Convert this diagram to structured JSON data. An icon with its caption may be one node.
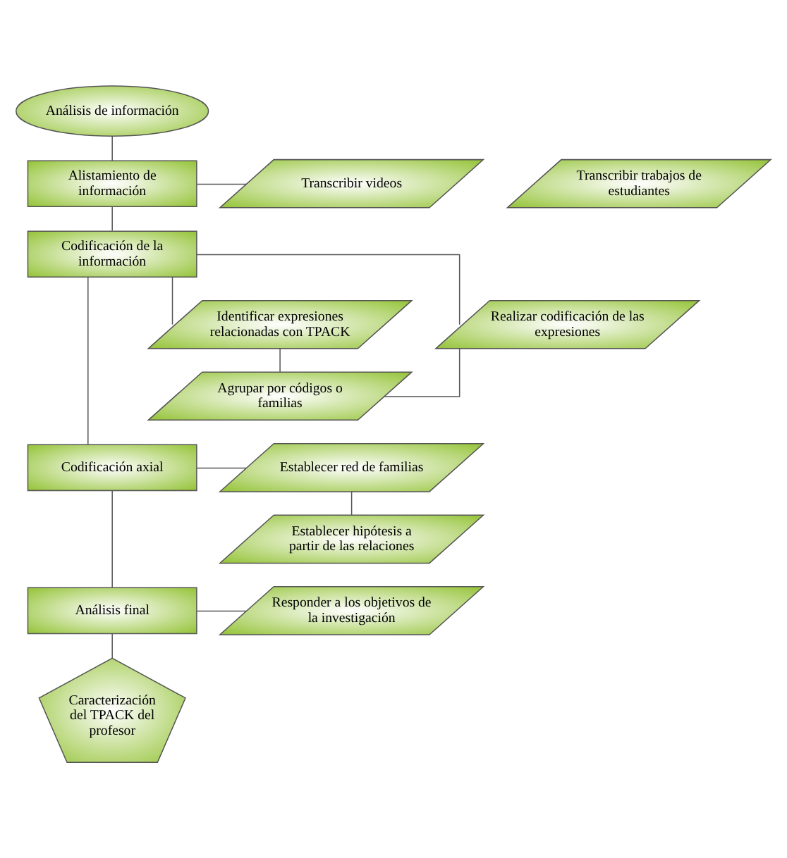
{
  "diagram": {
    "nodes": [
      {
        "text": [
          "Análisis de información"
        ]
      },
      {
        "text": [
          "Alistamiento de información"
        ]
      },
      {
        "text": [
          "Transcribir videos"
        ]
      },
      {
        "text": [
          "Transcribir trabajos de estudiantes"
        ]
      },
      {
        "text": [
          "Codificación de la información"
        ]
      },
      {
        "text": [
          "Identificar expresiones relacionadas con TPACK"
        ]
      },
      {
        "text": [
          "Realizar codificación de las expresiones"
        ]
      },
      {
        "text": [
          "Agrupar por códigos o familias"
        ]
      },
      {
        "text": [
          "Codificación axial"
        ]
      },
      {
        "text": [
          "Establecer red de familias"
        ]
      },
      {
        "text": [
          "Establecer hipótesis a partir de las relaciones"
        ]
      },
      {
        "text": [
          "Análisis final"
        ]
      },
      {
        "text": [
          "Responder a los objetivos de la investigación"
        ]
      },
      {
        "text": [
          "Caracterización del TPACK del profesor"
        ]
      }
    ],
    "edges": [
      {
        "from": 0,
        "to": 1,
        "arrow": "none"
      },
      {
        "from": 1,
        "to": 4,
        "arrow": "none"
      },
      {
        "from": 4,
        "to": 8,
        "arrow": "none"
      },
      {
        "from": 8,
        "to": 11,
        "arrow": "none"
      },
      {
        "from": 11,
        "to": 13,
        "arrow": "none"
      },
      {
        "from": 1,
        "to": 2,
        "arrow": "none"
      },
      {
        "from": 4,
        "to": 5,
        "arrow": "none"
      },
      {
        "from": 4,
        "to": 6,
        "arrow": "none"
      },
      {
        "from": 5,
        "to": 7,
        "arrow": "none"
      },
      {
        "from": 6,
        "to": 7,
        "arrow": "none"
      },
      {
        "from": 8,
        "to": 9,
        "arrow": "none"
      },
      {
        "from": 9,
        "to": 10,
        "arrow": "none"
      },
      {
        "from": 11,
        "to": 12,
        "arrow": "none"
      }
    ]
  }
}
